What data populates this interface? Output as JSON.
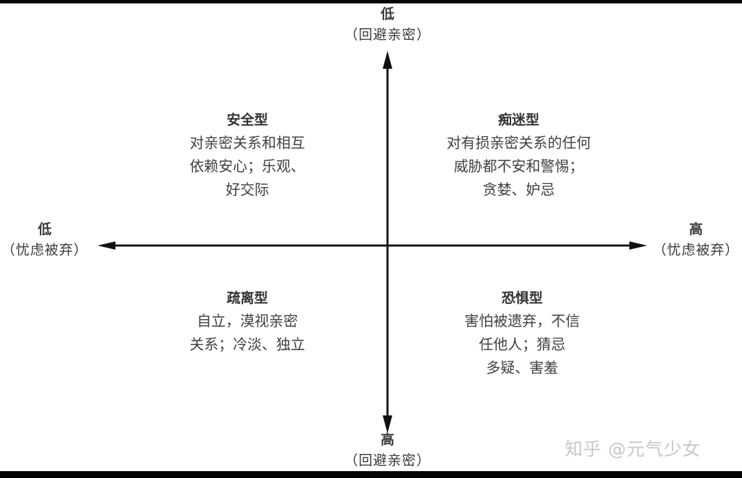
{
  "diagram": {
    "type": "quadrant",
    "axes": {
      "vertical": {
        "top": {
          "level": "低",
          "name": "（回避亲密）"
        },
        "bottom": {
          "level": "高",
          "name": "（回避亲密）"
        }
      },
      "horizontal": {
        "left": {
          "level": "低",
          "name": "（忧虑被弃）"
        },
        "right": {
          "level": "高",
          "name": "（忧虑被弃）"
        }
      }
    },
    "quadrants": {
      "top_left": {
        "title": "安全型",
        "lines": [
          "对亲密关系和相互",
          "依赖安心；乐观、",
          "好交际"
        ]
      },
      "top_right": {
        "title": "痴迷型",
        "lines": [
          "对有损亲密关系的任何",
          "威胁都不安和警惕；",
          "贪婪、妒忌"
        ]
      },
      "bottom_left": {
        "title": "疏离型",
        "lines": [
          "自立，漠视亲密",
          "关系；冷淡、独立"
        ]
      },
      "bottom_right": {
        "title": "恐惧型",
        "lines": [
          "害怕被遗弃，不信",
          "任他人；猜忌",
          "多疑、害羞"
        ]
      }
    }
  },
  "watermark": "知乎 @元气少女",
  "colors": {
    "axis": "#111111",
    "text": "#3a3a3a",
    "watermark": "#c8c8c8",
    "frame": "#050505"
  }
}
